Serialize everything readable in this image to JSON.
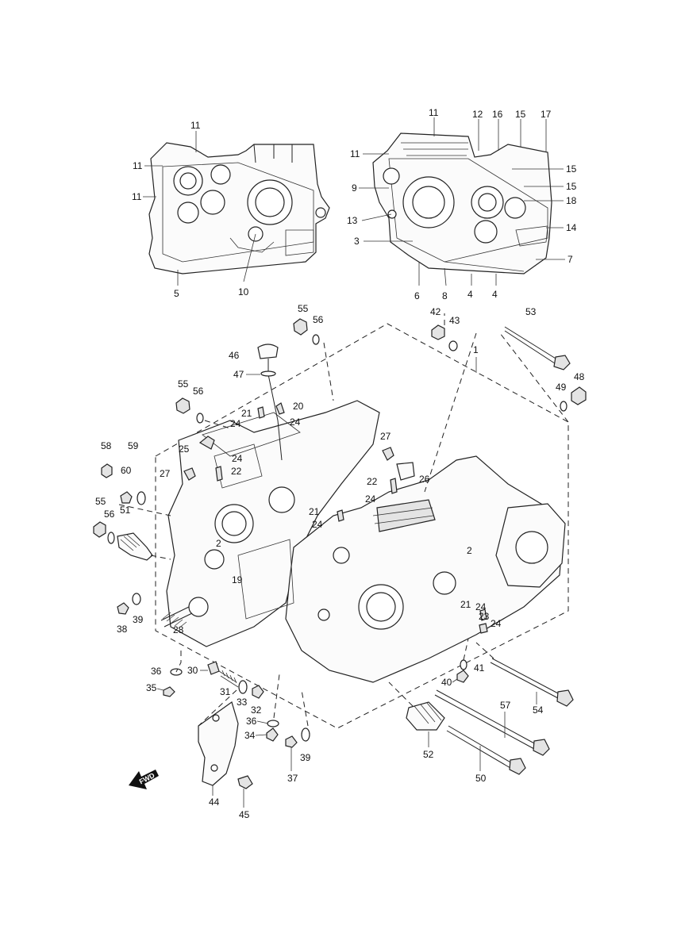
{
  "diagram": {
    "fwd_label": "FWD",
    "top_left_callouts": [
      "11",
      "11",
      "11",
      "5",
      "10"
    ],
    "top_right_callouts": [
      "11",
      "12",
      "16",
      "15",
      "17",
      "11",
      "15",
      "9",
      "15",
      "18",
      "13",
      "14",
      "3",
      "7",
      "6",
      "8",
      "4",
      "4"
    ],
    "main_callouts": [
      "55",
      "56",
      "42",
      "43",
      "53",
      "1",
      "46",
      "47",
      "48",
      "49",
      "55",
      "56",
      "20",
      "21",
      "24",
      "24",
      "27",
      "58",
      "59",
      "25",
      "24",
      "60",
      "27",
      "22",
      "22",
      "26",
      "24",
      "55",
      "21",
      "56",
      "24",
      "51",
      "2",
      "2",
      "19",
      "21",
      "24",
      "23",
      "24",
      "39",
      "38",
      "28",
      "41",
      "36",
      "30",
      "40",
      "35",
      "31",
      "33",
      "32",
      "54",
      "36",
      "57",
      "34",
      "39",
      "52",
      "37",
      "50",
      "44",
      "45"
    ]
  }
}
